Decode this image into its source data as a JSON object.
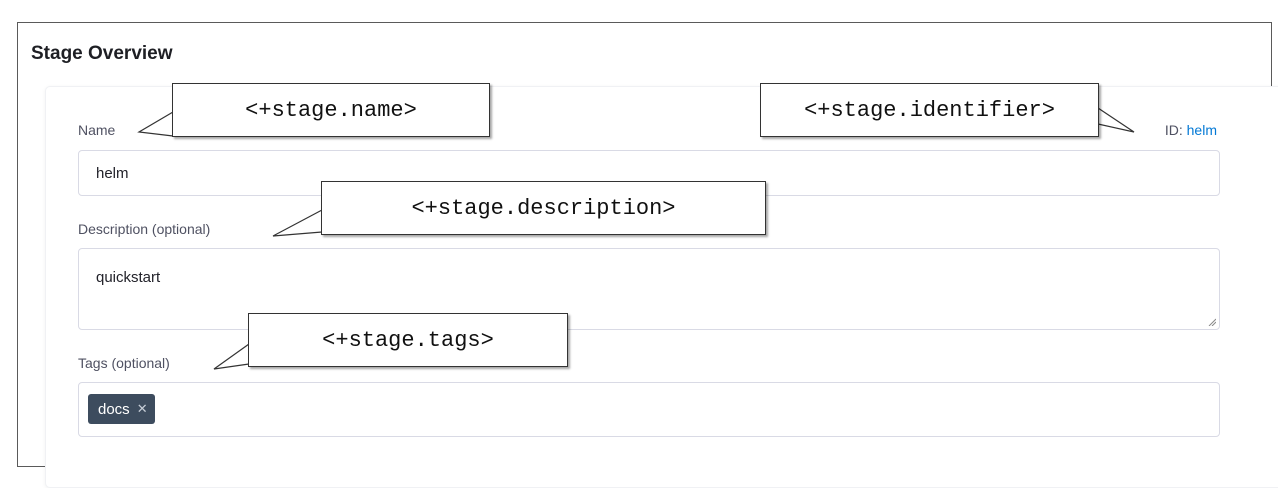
{
  "section": {
    "title": "Stage Overview"
  },
  "form": {
    "name": {
      "label": "Name",
      "value": "helm"
    },
    "identifier": {
      "prefix": "ID: ",
      "value": "helm"
    },
    "description": {
      "label": "Description (optional)",
      "value": "quickstart"
    },
    "tags": {
      "label": "Tags (optional)",
      "items": [
        {
          "label": "docs",
          "remove_icon": "close-icon"
        }
      ]
    }
  },
  "annotations": {
    "name": "<+stage.name>",
    "identifier": "<+stage.identifier>",
    "description": "<+stage.description>",
    "tags": "<+stage.tags>"
  },
  "colors": {
    "accent": "#0278d5",
    "tag_background": "#3d4c5e",
    "label_text": "#4f5162",
    "input_border": "#d9dae5"
  }
}
